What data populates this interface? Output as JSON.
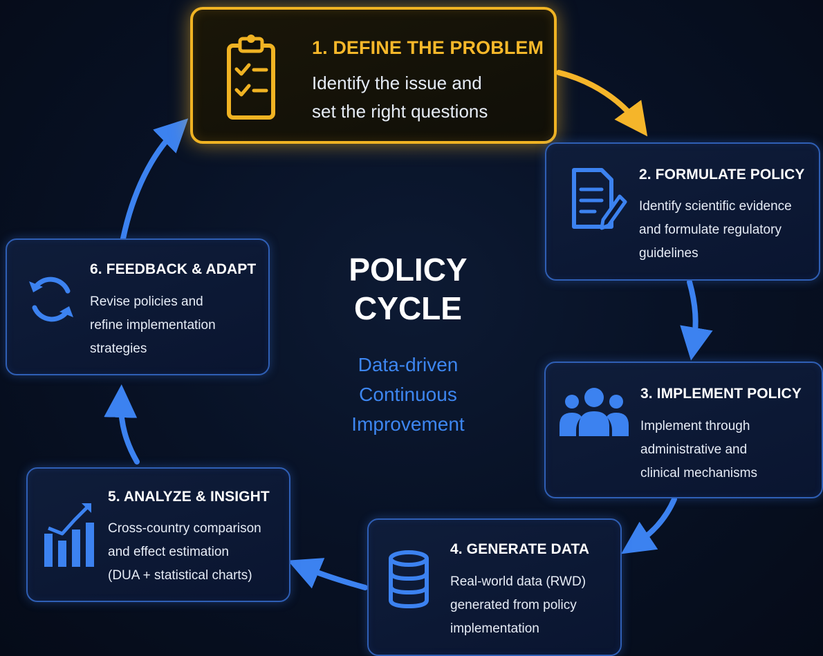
{
  "center": {
    "title_lines": [
      "POLICY",
      "CYCLE"
    ],
    "subtitle_lines": [
      "Data-driven",
      "Continuous",
      "Improvement"
    ]
  },
  "steps": [
    {
      "title": "1. DEFINE THE PROBLEM",
      "lines": [
        "Identify the issue and",
        "set the right questions"
      ],
      "icon": "clipboard-checklist-icon",
      "color": "#f0b323"
    },
    {
      "title": "2. FORMULATE POLICY",
      "lines": [
        "Identify scientific evidence",
        "and formulate regulatory",
        "guidelines"
      ],
      "icon": "document-pen-icon",
      "color": "#3c82f0"
    },
    {
      "title": "3. IMPLEMENT POLICY",
      "lines": [
        "Implement through",
        "administrative and",
        "clinical mechanisms"
      ],
      "icon": "people-group-icon",
      "color": "#3c82f0"
    },
    {
      "title": "4. GENERATE DATA",
      "lines": [
        "Real-world data (RWD)",
        "generated from policy",
        "implementation"
      ],
      "icon": "database-icon",
      "color": "#3c82f0"
    },
    {
      "title": "5. ANALYZE & INSIGHT",
      "lines": [
        "Cross-country comparison",
        "and effect estimation",
        "(DUA + statistical charts)"
      ],
      "icon": "bar-chart-trend-icon",
      "color": "#3c82f0"
    },
    {
      "title": "6. FEEDBACK & ADAPT",
      "lines": [
        "Revise policies and",
        "refine implementation",
        "strategies"
      ],
      "icon": "refresh-cycle-icon",
      "color": "#3c82f0"
    }
  ]
}
